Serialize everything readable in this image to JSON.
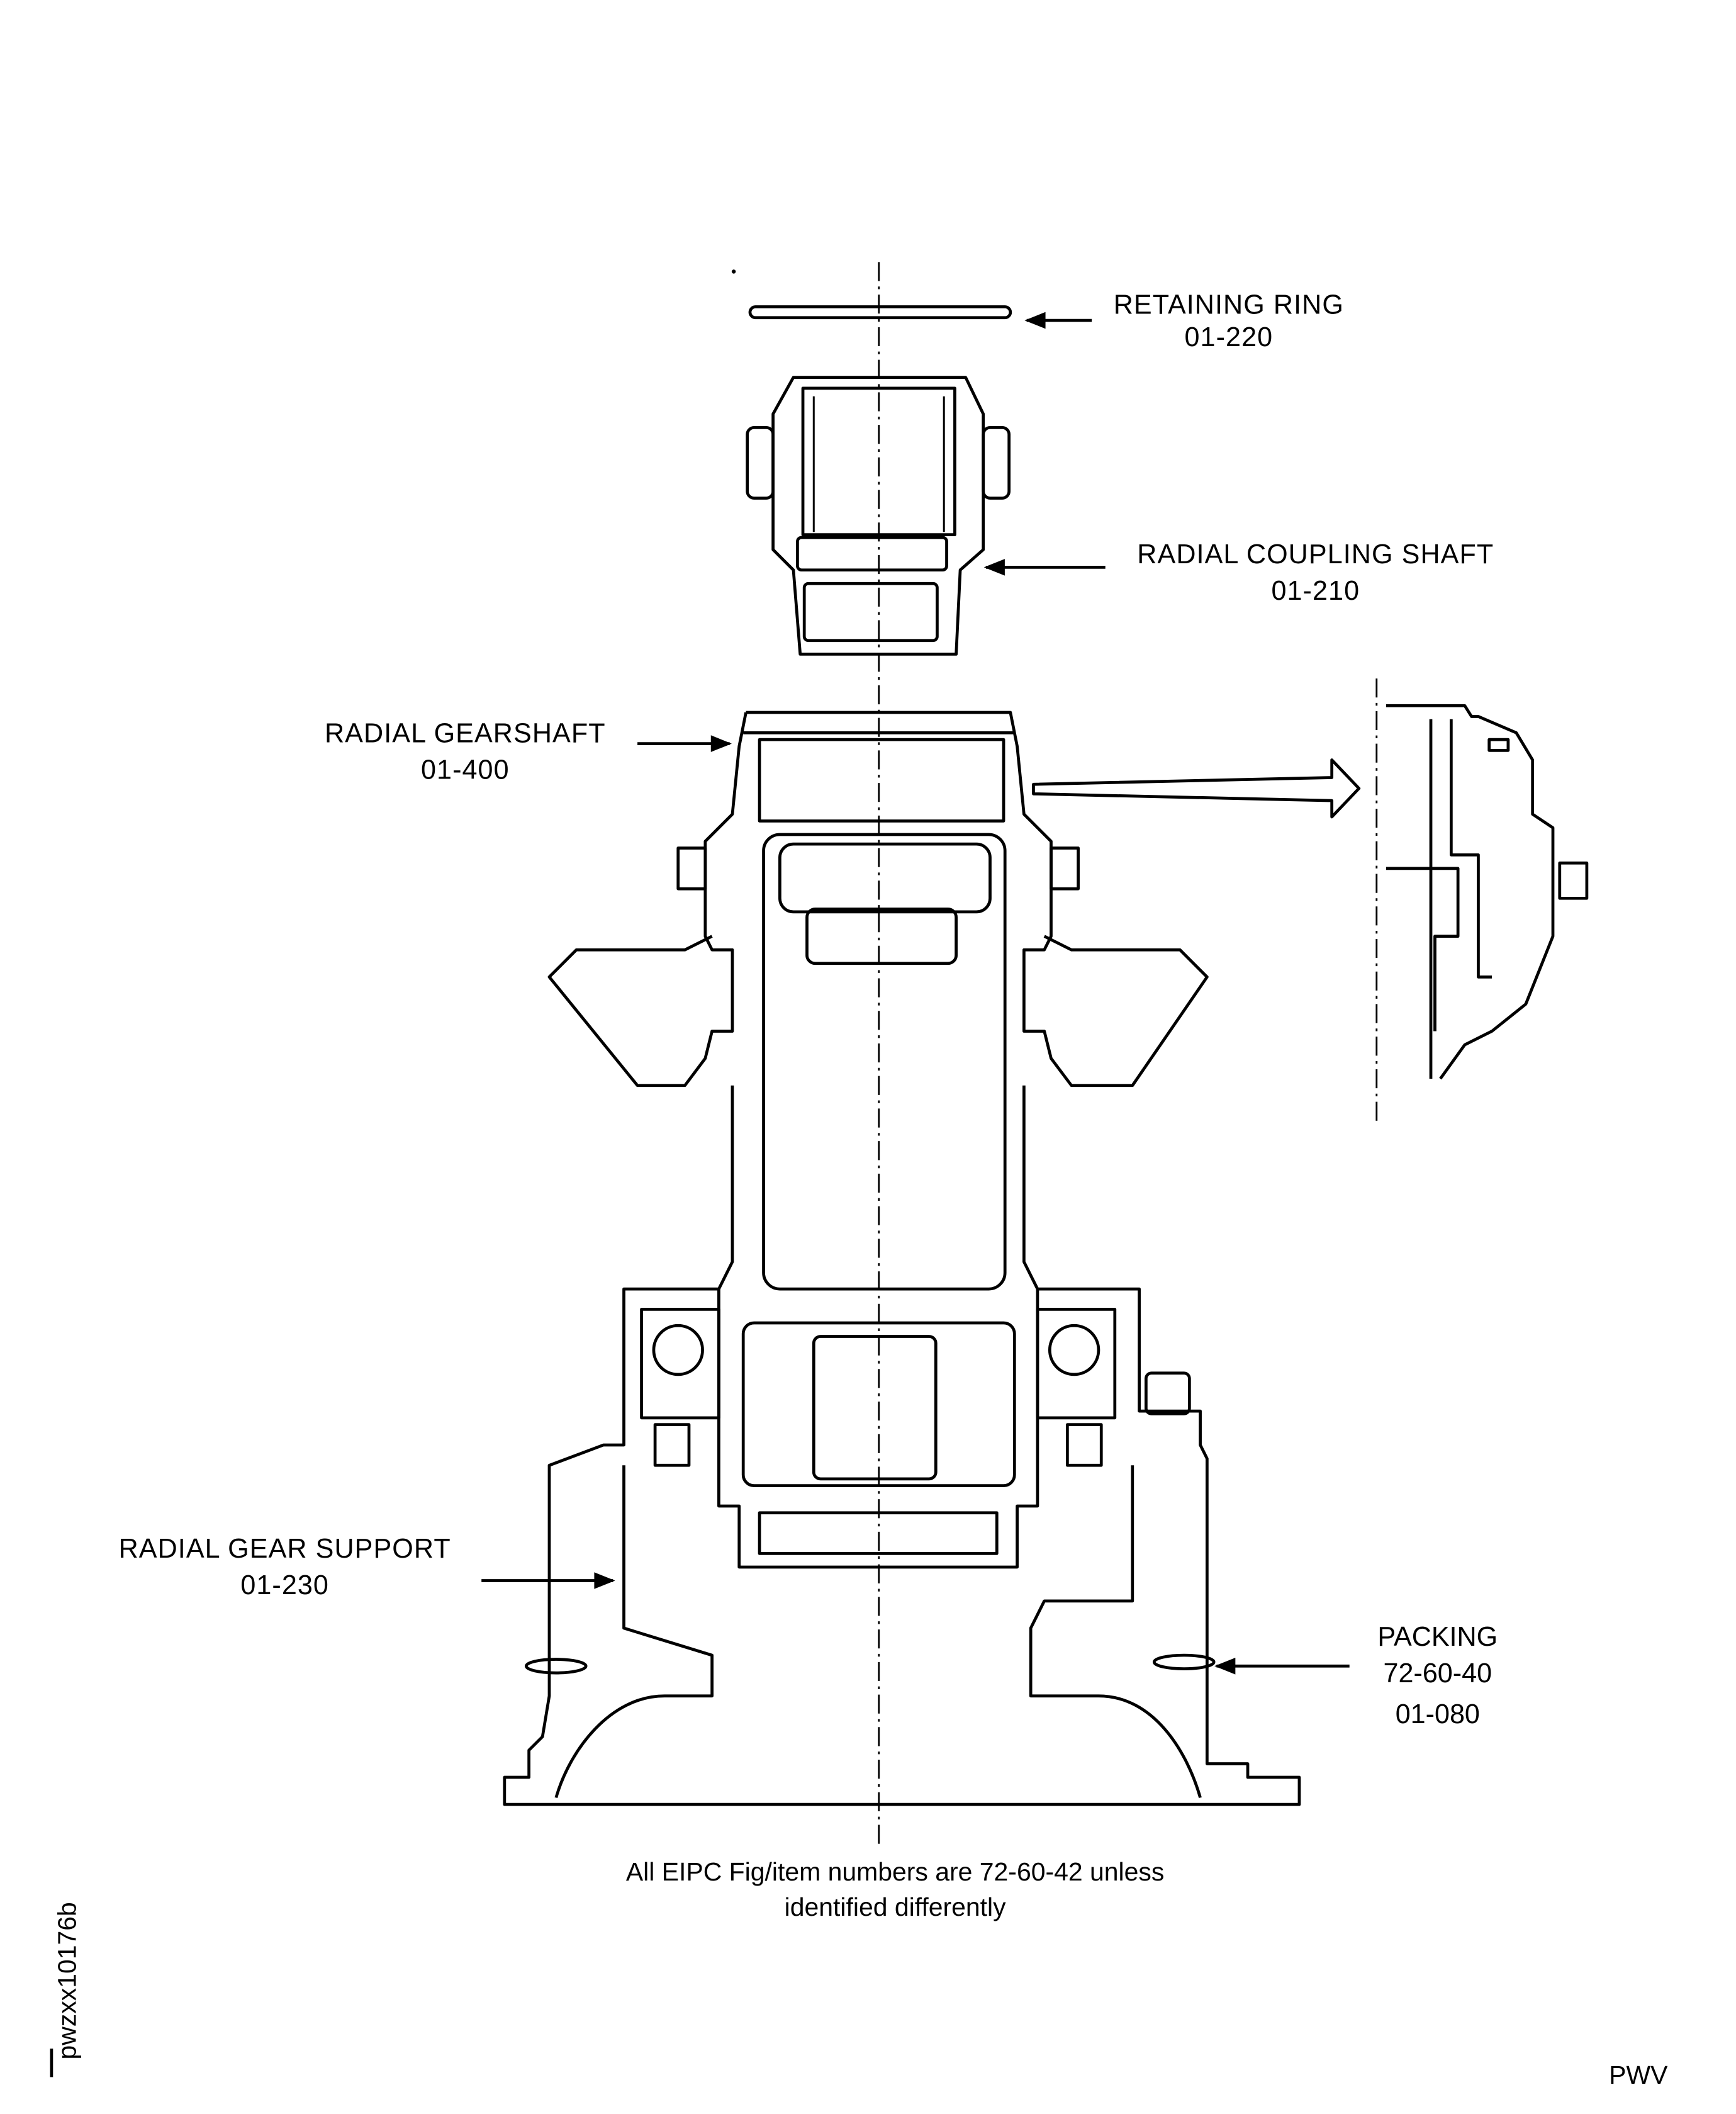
{
  "labels": {
    "retaining_ring": {
      "name": "RETAINING RING",
      "number": "01-220"
    },
    "radial_coupling_shaft": {
      "name": "RADIAL COUPLING SHAFT",
      "number": "01-210"
    },
    "radial_gearshaft": {
      "name": "RADIAL GEARSHAFT",
      "number": "01-400"
    },
    "radial_gear_support": {
      "name": "RADIAL GEAR SUPPORT",
      "number": "01-230"
    },
    "packing": {
      "name": "PACKING",
      "fig": "72-60-40",
      "number": "01-080"
    }
  },
  "footnote": {
    "line1": "All EIPC Fig/item numbers are 72-60-42 unless",
    "line2": "identified differently"
  },
  "figure_id": "pwzxx10176b",
  "corner_code": "PWV"
}
